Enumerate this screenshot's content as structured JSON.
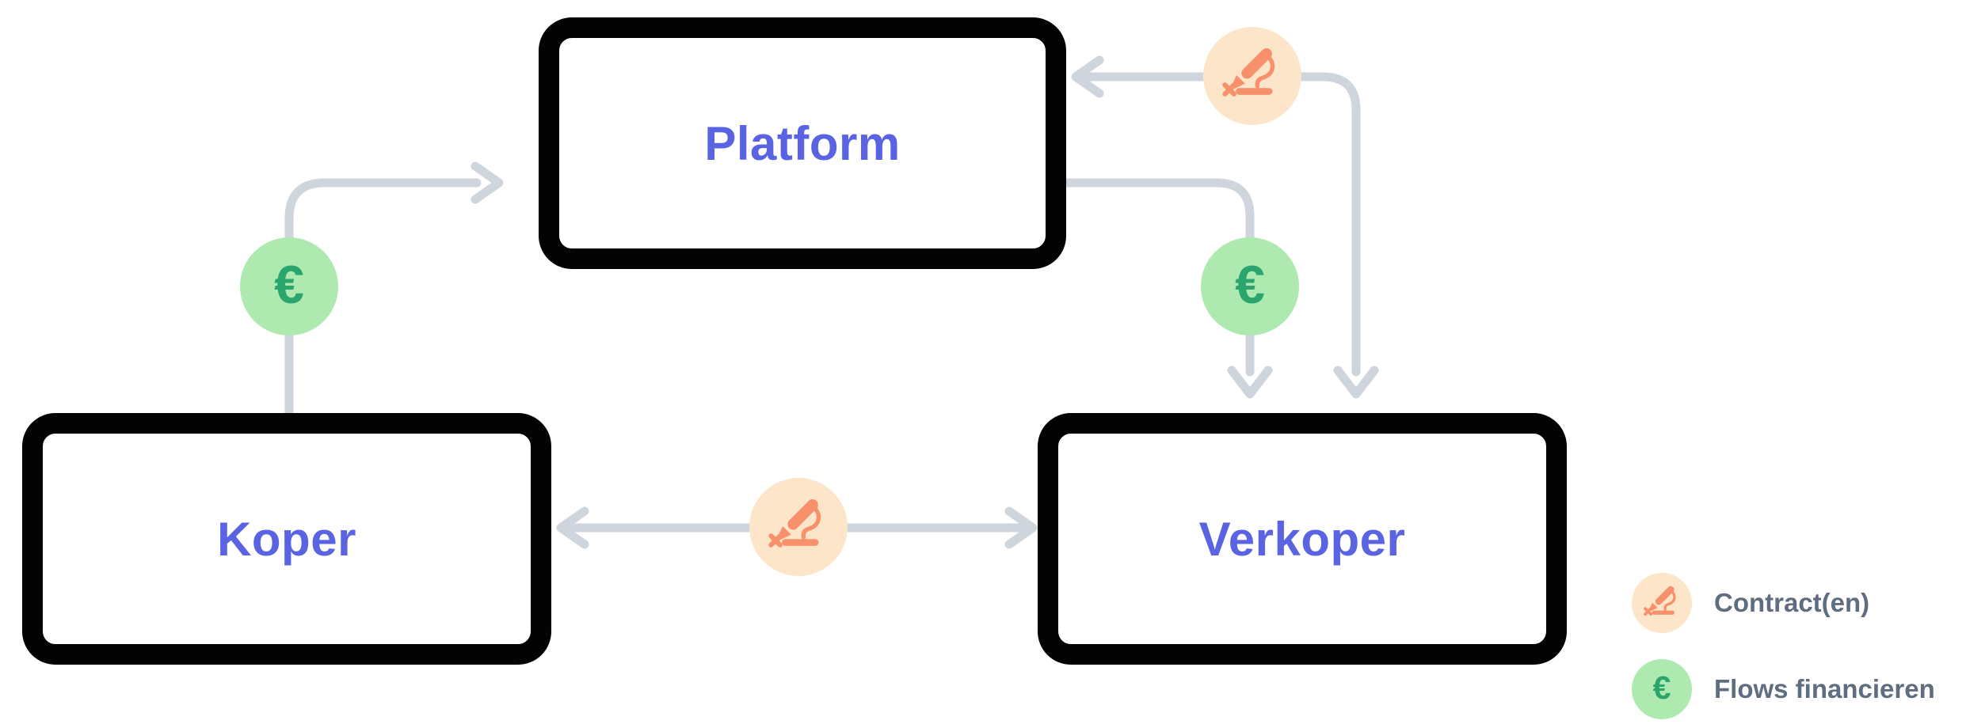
{
  "diagram": {
    "euro_symbol": "€",
    "nodes": [
      {
        "id": "platform",
        "label": "Platform"
      },
      {
        "id": "koper",
        "label": "Koper"
      },
      {
        "id": "verkoper",
        "label": "Verkoper"
      }
    ],
    "edges": [
      {
        "from": "Koper",
        "to": "Platform",
        "type": "money-flow",
        "direction": "one-way",
        "icon": "euro-icon"
      },
      {
        "from": "Platform",
        "to": "Verkoper",
        "type": "money-flow",
        "direction": "one-way",
        "icon": "euro-icon"
      },
      {
        "from": "Platform",
        "to": "Verkoper",
        "type": "contract",
        "direction": "two-way",
        "icon": "signature-pen-icon"
      },
      {
        "from": "Koper",
        "to": "Verkoper",
        "type": "contract",
        "direction": "two-way",
        "icon": "signature-pen-icon"
      }
    ]
  },
  "legend": {
    "items": [
      {
        "icon": "signature-pen-icon",
        "label": "Contract(en)"
      },
      {
        "icon": "euro-icon",
        "label": "Flows financieren"
      }
    ]
  },
  "colors": {
    "background": "#ffffff",
    "line": "#ced5dc",
    "node_label": "#5a63e2",
    "box_border": "#030303",
    "box_fill": "#ffffff",
    "euro_bg": "#aeeab0",
    "euro_fg": "#2aa56d",
    "contract_bg": "#fce5c8",
    "contract_fg": "#f9906c",
    "legend_text": "#5e6d80"
  }
}
